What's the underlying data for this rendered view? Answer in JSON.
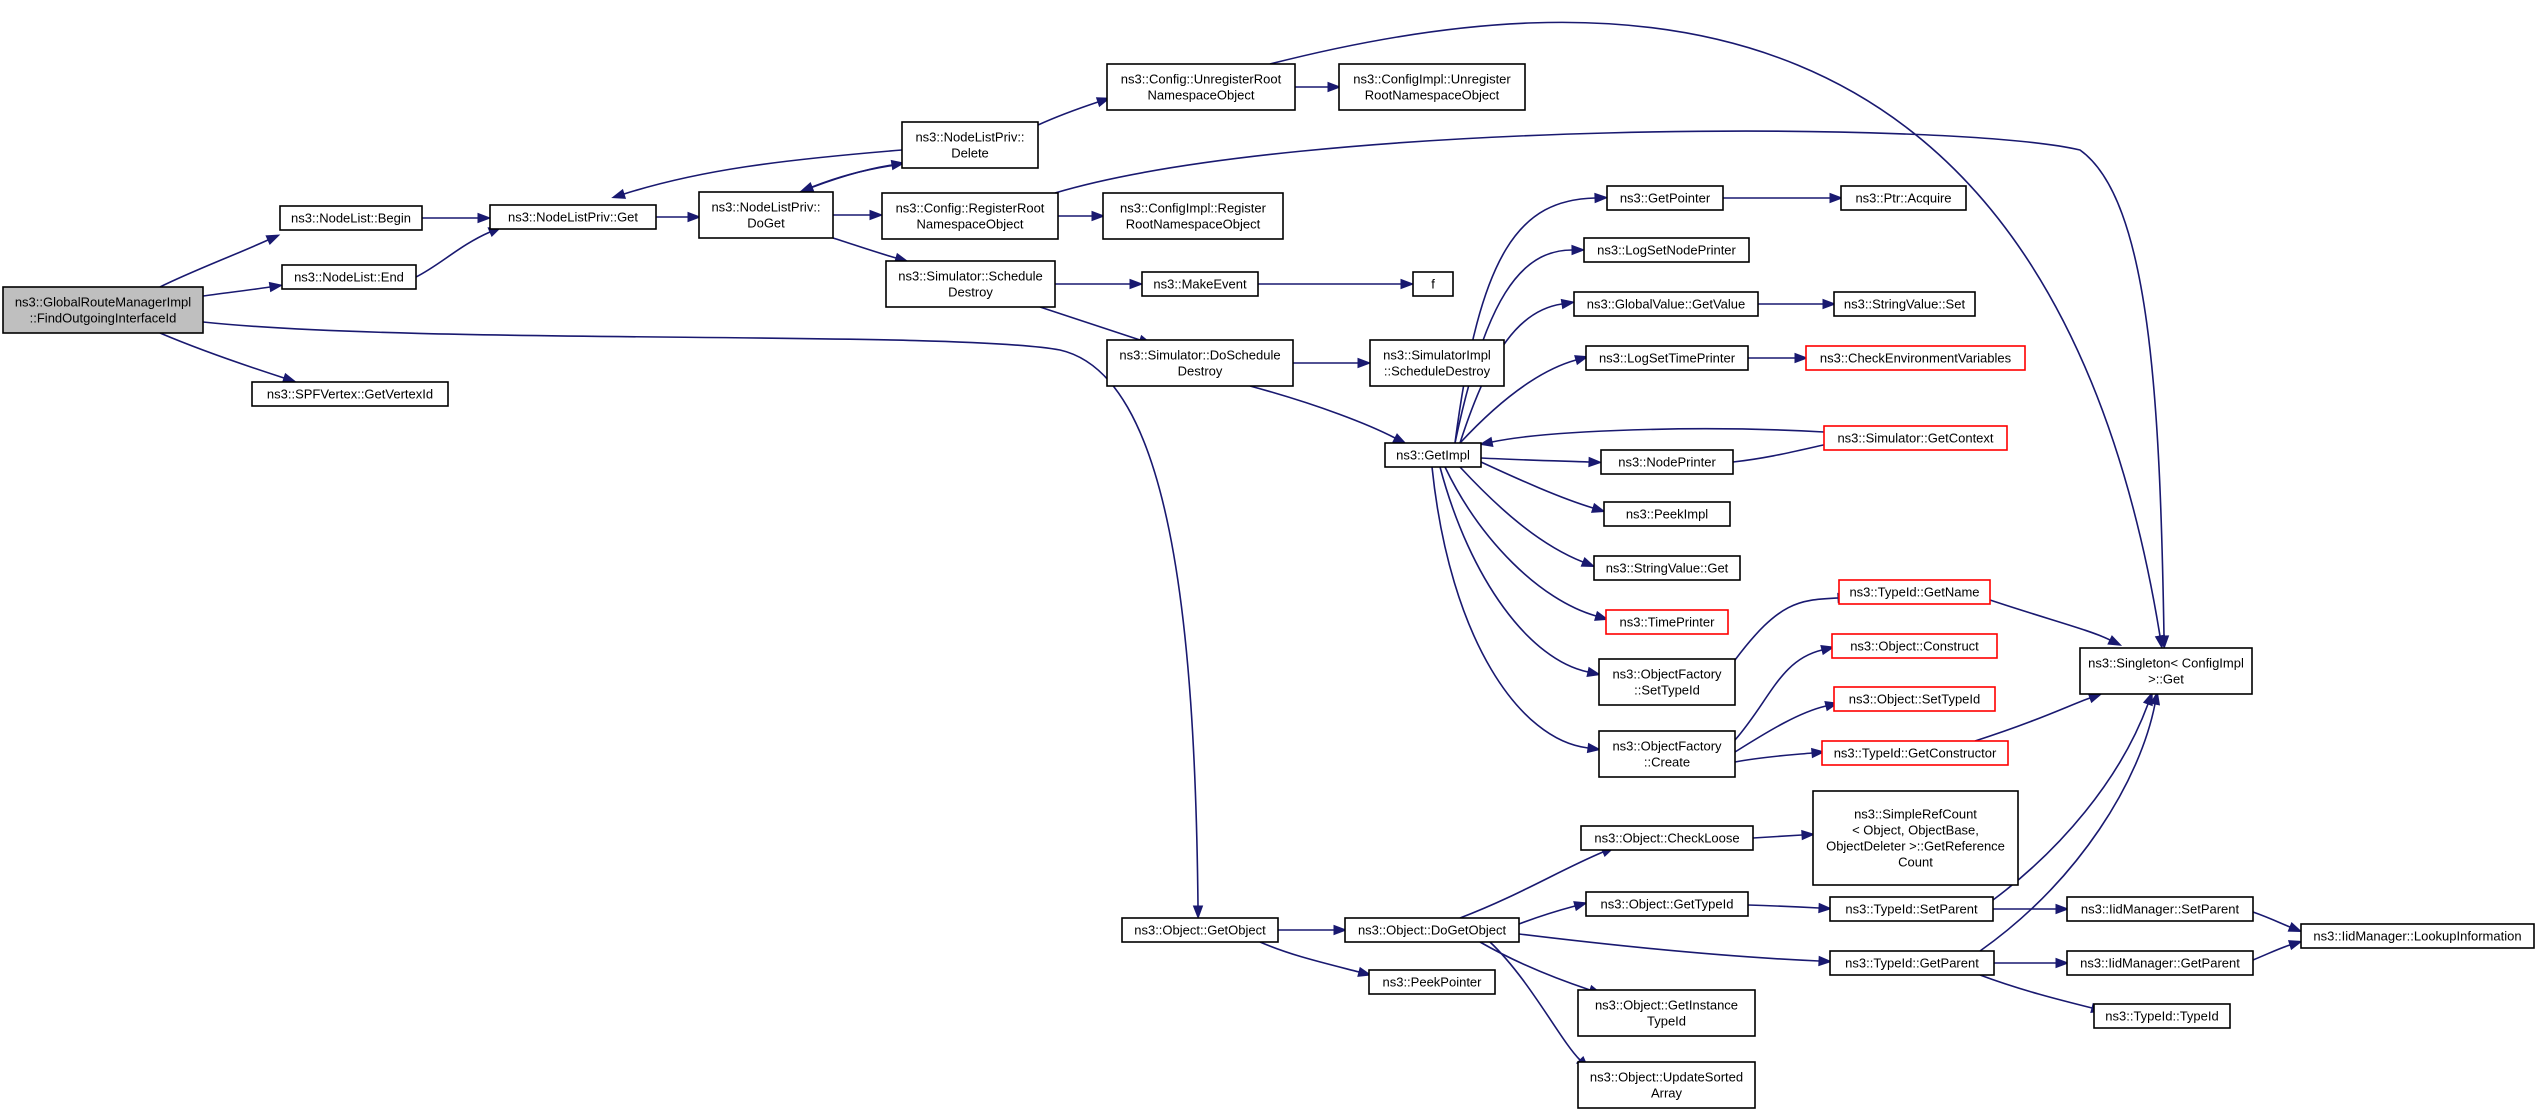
{
  "diagram": {
    "title": "",
    "colors": {
      "edge": "#191970",
      "root_fill": "#bfbfbf",
      "node_fill": "#ffffff",
      "node_border": "#000000",
      "truncated_border": "#ff0000"
    },
    "nodes": [
      {
        "id": "root",
        "lines": [
          "ns3::GlobalRouteManagerImpl",
          "::FindOutgoingInterfaceId"
        ],
        "root": true
      },
      {
        "id": "nl_begin",
        "lines": [
          "ns3::NodeList::Begin"
        ]
      },
      {
        "id": "nl_end",
        "lines": [
          "ns3::NodeList::End"
        ]
      },
      {
        "id": "spf",
        "lines": [
          "ns3::SPFVertex::GetVertexId"
        ]
      },
      {
        "id": "nlp_get",
        "lines": [
          "ns3::NodeListPriv::Get"
        ]
      },
      {
        "id": "nlp_doget",
        "lines": [
          "ns3::NodeListPriv::",
          "DoGet"
        ]
      },
      {
        "id": "nlp_delete",
        "lines": [
          "ns3::NodeListPriv::",
          "Delete"
        ]
      },
      {
        "id": "cfg_unreg",
        "lines": [
          "ns3::Config::UnregisterRoot",
          "NamespaceObject"
        ]
      },
      {
        "id": "cfgimpl_unreg",
        "lines": [
          "ns3::ConfigImpl::Unregister",
          "RootNamespaceObject"
        ]
      },
      {
        "id": "cfg_reg",
        "lines": [
          "ns3::Config::RegisterRoot",
          "NamespaceObject"
        ]
      },
      {
        "id": "cfgimpl_reg",
        "lines": [
          "ns3::ConfigImpl::Register",
          "RootNamespaceObject"
        ]
      },
      {
        "id": "sim_sched",
        "lines": [
          "ns3::Simulator::Schedule",
          "Destroy"
        ]
      },
      {
        "id": "makeevent",
        "lines": [
          "ns3::MakeEvent"
        ]
      },
      {
        "id": "f",
        "lines": [
          "f"
        ]
      },
      {
        "id": "sim_dosched",
        "lines": [
          "ns3::Simulator::DoSchedule",
          "Destroy"
        ]
      },
      {
        "id": "simimpl_sched",
        "lines": [
          "ns3::SimulatorImpl",
          "::ScheduleDestroy"
        ]
      },
      {
        "id": "getimpl",
        "lines": [
          "ns3::GetImpl"
        ]
      },
      {
        "id": "getpointer",
        "lines": [
          "ns3::GetPointer"
        ]
      },
      {
        "id": "ptr_acquire",
        "lines": [
          "ns3::Ptr::Acquire"
        ]
      },
      {
        "id": "logsetnode",
        "lines": [
          "ns3::LogSetNodePrinter"
        ]
      },
      {
        "id": "gv_getvalue",
        "lines": [
          "ns3::GlobalValue::GetValue"
        ]
      },
      {
        "id": "sv_set",
        "lines": [
          "ns3::StringValue::Set"
        ]
      },
      {
        "id": "logsettime",
        "lines": [
          "ns3::LogSetTimePrinter"
        ]
      },
      {
        "id": "checkenv",
        "lines": [
          "ns3::CheckEnvironmentVariables"
        ],
        "truncated": true
      },
      {
        "id": "nodeprinter",
        "lines": [
          "ns3::NodePrinter"
        ]
      },
      {
        "id": "sim_getctx",
        "lines": [
          "ns3::Simulator::GetContext"
        ],
        "truncated": true
      },
      {
        "id": "peekimpl",
        "lines": [
          "ns3::PeekImpl"
        ]
      },
      {
        "id": "sv_get",
        "lines": [
          "ns3::StringValue::Get"
        ]
      },
      {
        "id": "timeprinter",
        "lines": [
          "ns3::TimePrinter"
        ],
        "truncated": true
      },
      {
        "id": "of_settypeid",
        "lines": [
          "ns3::ObjectFactory",
          "::SetTypeId"
        ]
      },
      {
        "id": "of_create",
        "lines": [
          "ns3::ObjectFactory",
          "::Create"
        ]
      },
      {
        "id": "tid_getname",
        "lines": [
          "ns3::TypeId::GetName"
        ],
        "truncated": true
      },
      {
        "id": "obj_construct",
        "lines": [
          "ns3::Object::Construct"
        ],
        "truncated": true
      },
      {
        "id": "obj_settypeid",
        "lines": [
          "ns3::Object::SetTypeId"
        ],
        "truncated": true
      },
      {
        "id": "tid_getctor",
        "lines": [
          "ns3::TypeId::GetConstructor"
        ],
        "truncated": true
      },
      {
        "id": "singleton",
        "lines": [
          "ns3::Singleton< ConfigImpl",
          " >::Get"
        ]
      },
      {
        "id": "obj_getobject",
        "lines": [
          "ns3::Object::GetObject"
        ]
      },
      {
        "id": "obj_dogetobject",
        "lines": [
          "ns3::Object::DoGetObject"
        ]
      },
      {
        "id": "peekpointer",
        "lines": [
          "ns3::PeekPointer"
        ]
      },
      {
        "id": "obj_checkloose",
        "lines": [
          "ns3::Object::CheckLoose"
        ]
      },
      {
        "id": "simplerefcount",
        "lines": [
          "ns3::SimpleRefCount",
          "< Object, ObjectBase,",
          " ObjectDeleter >::GetReference",
          "Count"
        ]
      },
      {
        "id": "obj_gettypeid",
        "lines": [
          "ns3::Object::GetTypeId"
        ]
      },
      {
        "id": "tid_setparent",
        "lines": [
          "ns3::TypeId::SetParent"
        ]
      },
      {
        "id": "iid_setparent",
        "lines": [
          "ns3::IidManager::SetParent"
        ]
      },
      {
        "id": "iid_lookup",
        "lines": [
          "ns3::IidManager::LookupInformation"
        ]
      },
      {
        "id": "tid_getparent",
        "lines": [
          "ns3::TypeId::GetParent"
        ]
      },
      {
        "id": "iid_getparent",
        "lines": [
          "ns3::IidManager::GetParent"
        ]
      },
      {
        "id": "tid_typeid",
        "lines": [
          "ns3::TypeId::TypeId"
        ]
      },
      {
        "id": "obj_getinstance",
        "lines": [
          "ns3::Object::GetInstance",
          "TypeId"
        ]
      },
      {
        "id": "obj_updatesorted",
        "lines": [
          "ns3::Object::UpdateSorted",
          "Array"
        ]
      }
    ],
    "edges": [
      [
        "root",
        "nl_begin"
      ],
      [
        "root",
        "nl_end"
      ],
      [
        "root",
        "spf"
      ],
      [
        "root",
        "obj_getobject"
      ],
      [
        "nl_begin",
        "nlp_get"
      ],
      [
        "nl_end",
        "nlp_get"
      ],
      [
        "nlp_get",
        "nlp_doget"
      ],
      [
        "nlp_doget",
        "nlp_delete"
      ],
      [
        "nlp_doget",
        "cfg_reg"
      ],
      [
        "nlp_doget",
        "sim_sched"
      ],
      [
        "nlp_delete",
        "nlp_get"
      ],
      [
        "nlp_delete",
        "nlp_doget"
      ],
      [
        "nlp_delete",
        "cfg_unreg"
      ],
      [
        "cfg_unreg",
        "cfgimpl_unreg"
      ],
      [
        "cfg_unreg",
        "singleton"
      ],
      [
        "cfg_reg",
        "cfgimpl_reg"
      ],
      [
        "cfg_reg",
        "singleton"
      ],
      [
        "sim_sched",
        "makeevent"
      ],
      [
        "sim_sched",
        "sim_dosched"
      ],
      [
        "makeevent",
        "f"
      ],
      [
        "sim_dosched",
        "simimpl_sched"
      ],
      [
        "sim_dosched",
        "getimpl"
      ],
      [
        "getimpl",
        "getpointer"
      ],
      [
        "getimpl",
        "logsetnode"
      ],
      [
        "getimpl",
        "gv_getvalue"
      ],
      [
        "getimpl",
        "logsettime"
      ],
      [
        "getimpl",
        "nodeprinter"
      ],
      [
        "getimpl",
        "peekimpl"
      ],
      [
        "getimpl",
        "sv_get"
      ],
      [
        "getimpl",
        "timeprinter"
      ],
      [
        "getimpl",
        "of_settypeid"
      ],
      [
        "getimpl",
        "of_create"
      ],
      [
        "getpointer",
        "ptr_acquire"
      ],
      [
        "gv_getvalue",
        "sv_set"
      ],
      [
        "logsettime",
        "checkenv"
      ],
      [
        "nodeprinter",
        "sim_getctx"
      ],
      [
        "sim_getctx",
        "getimpl"
      ],
      [
        "of_settypeid",
        "tid_getname"
      ],
      [
        "tid_getname",
        "singleton"
      ],
      [
        "of_create",
        "obj_construct"
      ],
      [
        "of_create",
        "obj_settypeid"
      ],
      [
        "of_create",
        "tid_getctor"
      ],
      [
        "tid_getctor",
        "singleton"
      ],
      [
        "obj_getobject",
        "obj_dogetobject"
      ],
      [
        "obj_getobject",
        "peekpointer"
      ],
      [
        "obj_dogetobject",
        "obj_checkloose"
      ],
      [
        "obj_dogetobject",
        "obj_gettypeid"
      ],
      [
        "obj_dogetobject",
        "tid_getparent"
      ],
      [
        "obj_dogetobject",
        "obj_getinstance"
      ],
      [
        "obj_dogetobject",
        "obj_updatesorted"
      ],
      [
        "obj_checkloose",
        "simplerefcount"
      ],
      [
        "obj_gettypeid",
        "tid_setparent"
      ],
      [
        "tid_setparent",
        "singleton"
      ],
      [
        "tid_setparent",
        "iid_setparent"
      ],
      [
        "iid_setparent",
        "iid_lookup"
      ],
      [
        "tid_getparent",
        "singleton"
      ],
      [
        "tid_getparent",
        "iid_getparent"
      ],
      [
        "tid_getparent",
        "tid_typeid"
      ],
      [
        "iid_getparent",
        "iid_lookup"
      ]
    ]
  }
}
